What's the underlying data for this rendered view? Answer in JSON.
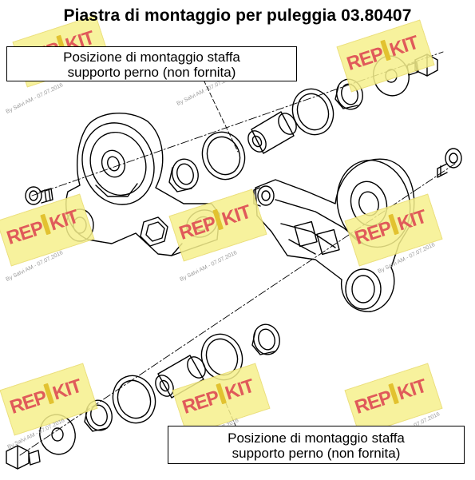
{
  "title": "Piastra di montaggio per puleggia 03.80407",
  "callouts": {
    "top": {
      "line1": "Posizione di montaggio staffa",
      "line2": "supporto perno (non fornita)"
    },
    "bottom": {
      "line1": "Posizione di montaggio staffa",
      "line2": "supporto perno (non fornita)"
    }
  },
  "watermark": {
    "logo_left": "REP",
    "logo_right": "KIT",
    "signature": "By Salvi AM - 07.07.2016"
  },
  "colors": {
    "line": "#000000",
    "watermark_fill": "#f6f08c",
    "watermark_logo": "#e05a5a"
  }
}
